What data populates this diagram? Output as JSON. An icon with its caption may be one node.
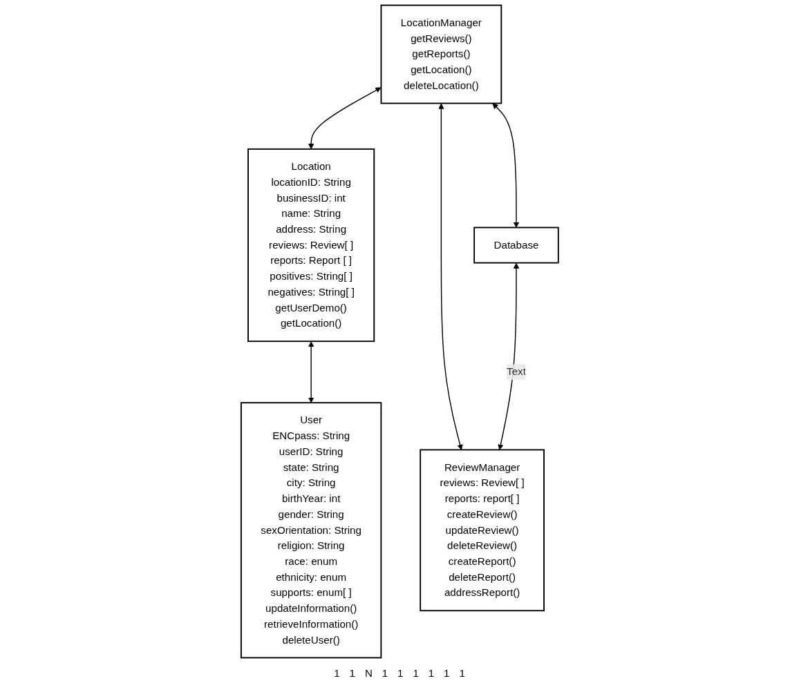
{
  "diagram": {
    "nodes": [
      {
        "text": [
          "Location",
          "locationID: String",
          "businessID: int",
          "name: String",
          "address: String",
          "reviews: Review[ ]",
          "reports: Report [ ]",
          "positives: String[ ]",
          "negatives: String[ ]",
          "getUserDemo()",
          "getLocation()"
        ]
      },
      {
        "text": [
          "User",
          "ENCpass: String",
          "userID: String",
          "state: String",
          "city: String",
          "birthYear: int",
          "gender: String",
          "sexOrientation: String",
          "religion: String",
          "race: enum",
          "ethnicity: enum",
          "supports: enum[ ]",
          "updateInformation()",
          "retrieveInformation()",
          "deleteUser()"
        ]
      },
      {
        "text": [
          "LocationManager",
          "getReviews()",
          "getReports()",
          "getLocation()",
          "deleteLocation()"
        ]
      },
      {
        "text": [
          "ReviewManager",
          "reviews: Review[ ]",
          "reports: report[ ]",
          "createReview()",
          "updateReview()",
          "deleteReview()",
          "createReport()",
          "deleteReport()",
          "addressReport()"
        ]
      },
      {
        "text": [
          "Database"
        ]
      }
    ],
    "edges": [
      {
        "from": 0,
        "to": 1,
        "arrow": "both"
      },
      {
        "from": 2,
        "to": 0,
        "arrow": "both"
      },
      {
        "from": 2,
        "to": 3,
        "arrow": "both"
      },
      {
        "from": 2,
        "to": 4,
        "arrow": "both"
      },
      {
        "from": 4,
        "to": 3,
        "arrow": "both",
        "label": "Text"
      }
    ],
    "labels": [
      "1",
      "1",
      "N",
      "1",
      "1",
      "1",
      "1",
      "1",
      "1"
    ]
  }
}
